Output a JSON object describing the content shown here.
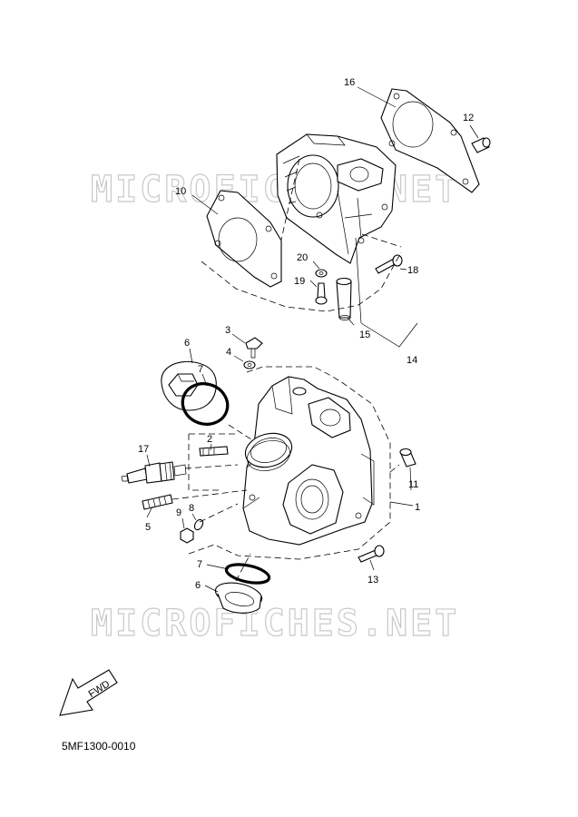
{
  "watermarks": [
    "MICROFICHES.NET",
    "MICROFICHES.NET"
  ],
  "diagram_code": "5MF1300-0010",
  "fwd_label": "FWD",
  "labels": {
    "p1": "1",
    "p2": "2",
    "p3": "3",
    "p4": "4",
    "p5": "5",
    "p6a": "6",
    "p6b": "6",
    "p7a": "7",
    "p7b": "7",
    "p8": "8",
    "p9": "9",
    "p10": "10",
    "p11": "11",
    "p12": "12",
    "p13": "13",
    "p14": "14",
    "p15": "15",
    "p16": "16",
    "p17": "17",
    "p18": "18",
    "p19": "19",
    "p20": "20"
  }
}
